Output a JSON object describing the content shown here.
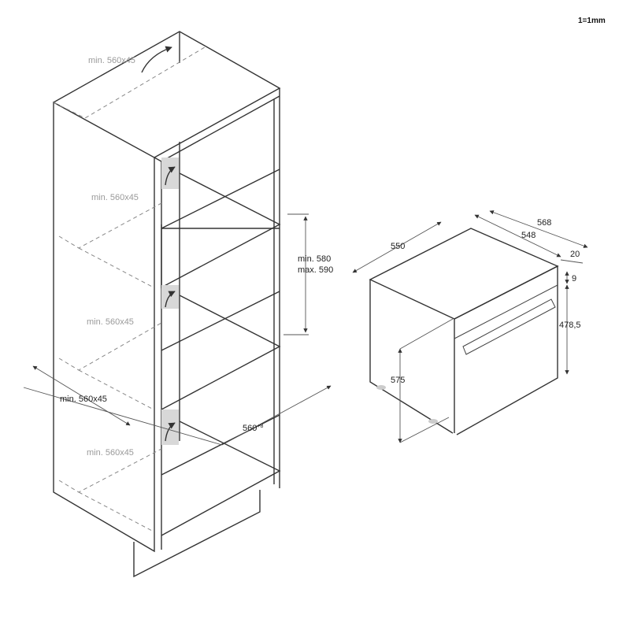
{
  "scale_note": "1=1mm",
  "cabinet": {
    "vent_top": "min. 560x45",
    "vent_upper": "min. 560x45",
    "vent_middle": "min. 560x45",
    "vent_lower": "min. 560x45",
    "opening_width": "min. 560x45",
    "niche_height_min": "min. 580",
    "niche_height_max": "max. 590",
    "niche_width": "560",
    "niche_width_tolerance": "+8"
  },
  "oven": {
    "width": "550",
    "depth_total": "568",
    "depth_body": "548",
    "front_depth": "20",
    "gap": "9",
    "front_height": "478,5",
    "body_height": "575"
  }
}
